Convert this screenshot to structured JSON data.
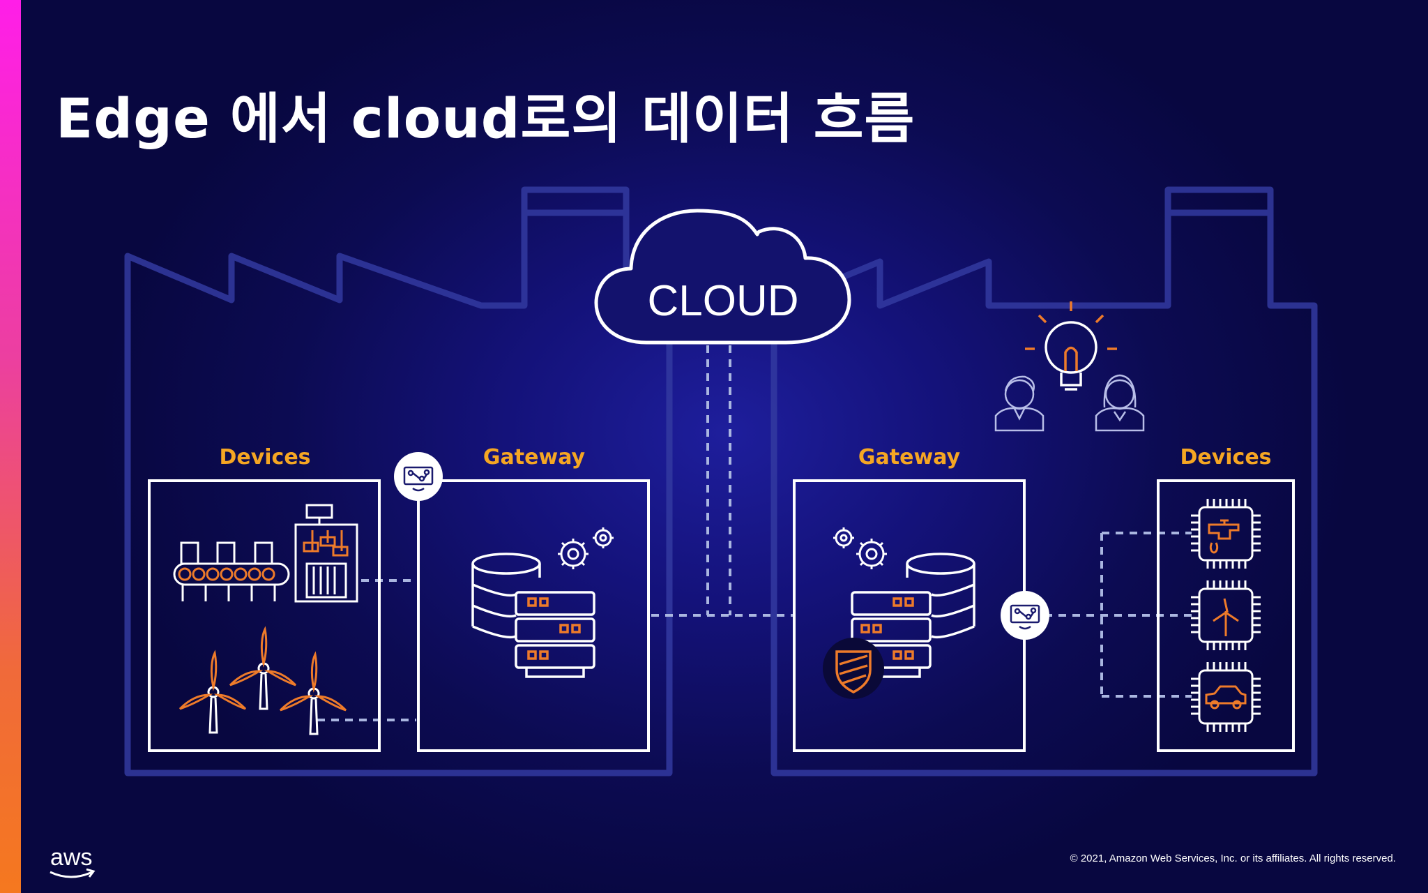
{
  "slide": {
    "title": "Edge 에서 cloud로의 데이터 흐름",
    "copyright": "© 2021, Amazon Web Services, Inc. or its affiliates. All rights reserved.",
    "logo_text": "aws"
  },
  "diagram": {
    "cloud_label": "CLOUD",
    "left": {
      "devices_label": "Devices",
      "gateway_label": "Gateway"
    },
    "right": {
      "gateway_label": "Gateway",
      "devices_label": "Devices"
    }
  },
  "colors": {
    "label_accent": "#f5a623",
    "icon_orange": "#ee7b2a",
    "line_white": "#ffffff",
    "connector_dash": "#aab6e0",
    "factory_outline": "#3a3fa8"
  },
  "icons": [
    "cloud-icon",
    "conveyor-icon",
    "robot-arm-icon",
    "wind-turbine-icon",
    "circuit-board-icon",
    "database-icon",
    "server-icon",
    "gear-icon",
    "shield-icon",
    "lightbulb-icon",
    "person-male-icon",
    "person-female-icon",
    "chip-faucet-icon",
    "chip-turbine-icon",
    "chip-car-icon",
    "aws-logo"
  ]
}
